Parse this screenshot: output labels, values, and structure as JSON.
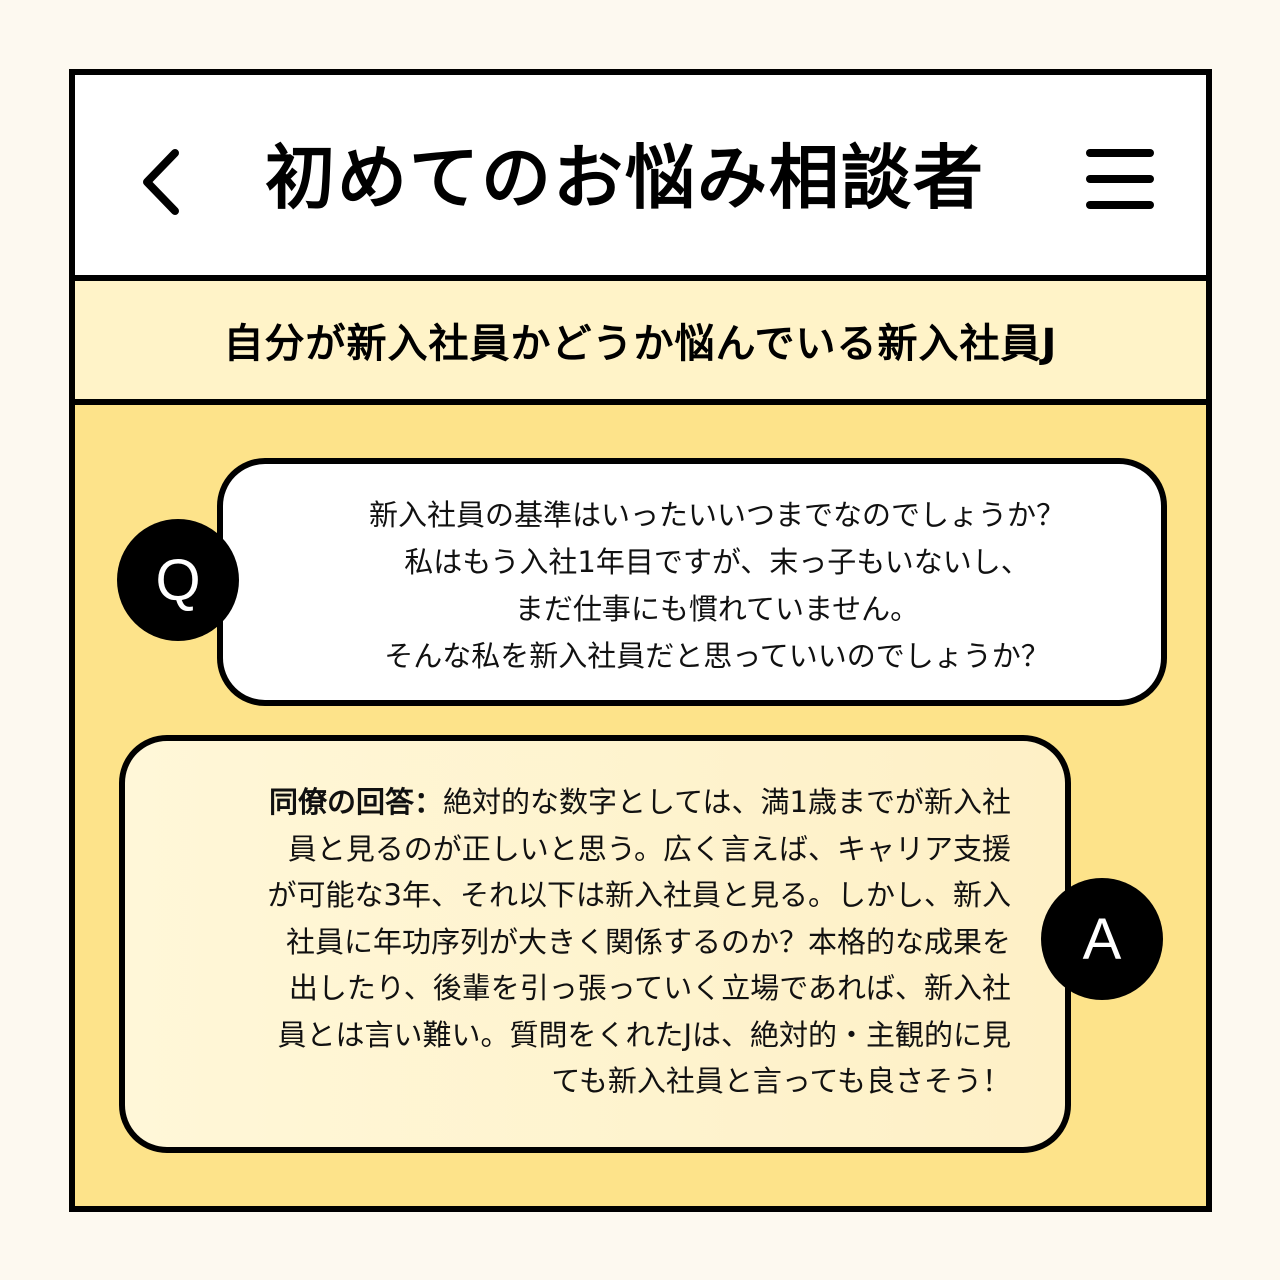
{
  "header": {
    "title": "初めてのお悩み相談者",
    "back_icon": "chevron-left-icon",
    "menu_icon": "hamburger-menu-icon"
  },
  "subheader": {
    "title": "自分が新入社員かどうか悩んでいる新入社員J"
  },
  "question": {
    "badge": "Q",
    "lines": [
      "新入社員の基準はいったいいつまでなのでしょうか？",
      "私はもう入社1年目ですが、末っ子もいないし、",
      "まだ仕事にも慣れていません。",
      "そんな私を新入社員だと思っていいのでしょうか？"
    ]
  },
  "answer": {
    "badge": "A",
    "label": "同僚の回答：",
    "lines": [
      "絶対的な数字としては、満1歳までが新入社",
      "員と見るのが正しいと思う。広く言えば、キャリア支援",
      "が可能な3年、それ以下は新入社員と見る。しかし、新入",
      "社員に年功序列が大きく関係するのか？本格的な成果を",
      "出したり、後輩を引っ張っていく立場であれば、新入社",
      "員とは言い難い。質問をくれたJは、絶対的・主観的に見",
      "ても新入社員と言っても良さそう！"
    ]
  },
  "colors": {
    "background": "#fdf9f0",
    "panel": "#fde38a",
    "subheader": "#fff3c8",
    "border": "#000000"
  }
}
